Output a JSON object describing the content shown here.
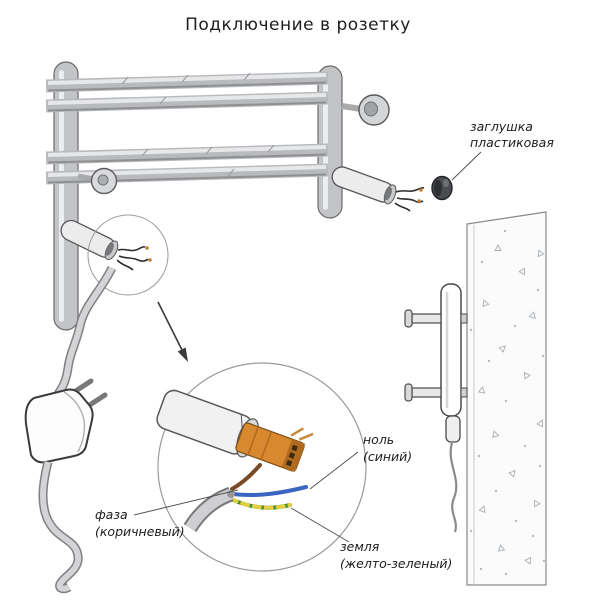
{
  "title": "Подключение в розетку",
  "labels": {
    "cap": [
      "заглушка",
      "пластиковая"
    ],
    "neutral": [
      "ноль",
      "(синий)"
    ],
    "phase": [
      "фаза",
      "(коричневый)"
    ],
    "ground": [
      "земля",
      "(желто-зеленый)"
    ]
  },
  "colors": {
    "neutral_wire": "#3a66c2",
    "phase_wire": "#7a4a26",
    "ground_wire_green": "#3f8f3a",
    "ground_wire_yellow": "#e3cf3f",
    "terminal_block": "#d8882f",
    "plastic_cap": "#4a4d50",
    "cable_sheath": "#cfcfd1",
    "metal_tube": "#b9babd"
  }
}
